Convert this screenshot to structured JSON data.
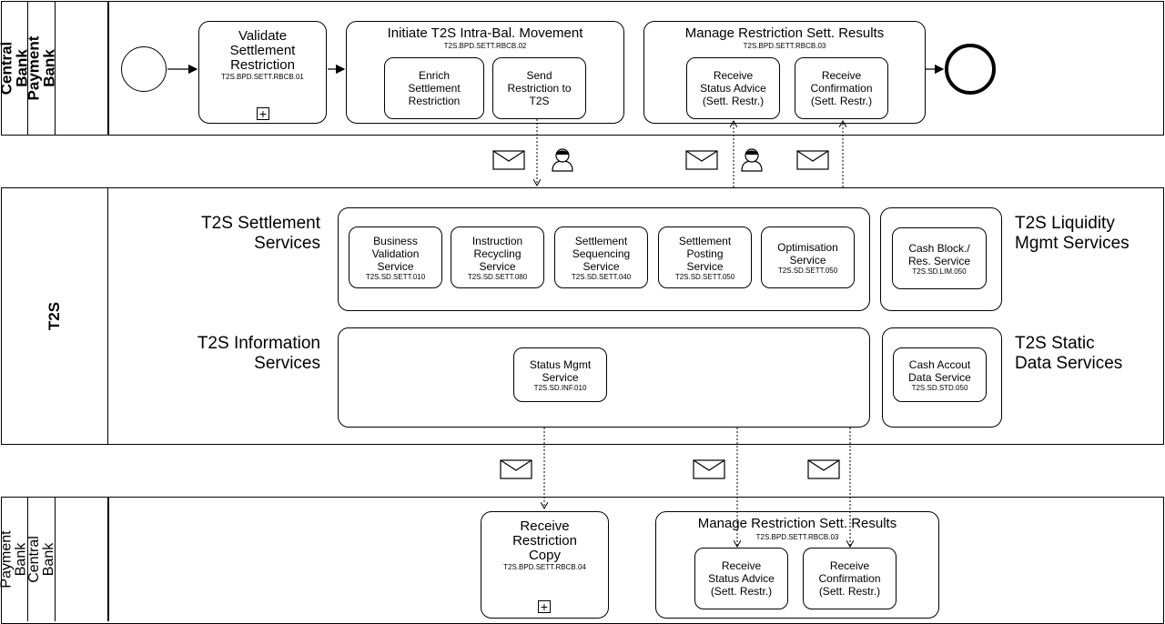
{
  "pools": {
    "top": {
      "outer_label": "Central\nBank",
      "inner_label": "Payment\nBank"
    },
    "middle": {
      "label": "T2S"
    },
    "bottom": {
      "outer_label": "Payment\nBank",
      "inner_label": "Central\nBank"
    }
  },
  "top": {
    "validate": {
      "title": "Validate\nSettlement\nRestriction",
      "code": "T2S.BPD.SETT.RBCB.01"
    },
    "initiate": {
      "title": "Initiate T2S Intra-Bal. Movement",
      "code": "T2S.BPD.SETT.RBCB.02",
      "tasks": [
        {
          "label": "Enrich\nSettlement\nRestriction"
        },
        {
          "label": "Send\nRestriction to\nT2S"
        }
      ]
    },
    "manage": {
      "title": "Manage Restriction Sett. Results",
      "code": "T2S.BPD.SETT.RBCB.03",
      "tasks": [
        {
          "label": "Receive\nStatus Advice\n(Sett. Restr.)"
        },
        {
          "label": "Receive\nConfirmation\n(Sett. Restr.)"
        }
      ]
    }
  },
  "t2s": {
    "settlement_group": {
      "label": "T2S Settlement\nServices",
      "services": [
        {
          "label": "Business\nValidation\nService",
          "code": "T2S.SD.SETT.010"
        },
        {
          "label": "Instruction\nRecycling\nService",
          "code": "T2S.SD.SETT.080"
        },
        {
          "label": "Settlement\nSequencing\nService",
          "code": "T2S.SD.SETT.040"
        },
        {
          "label": "Settlement\nPosting\nService",
          "code": "T2S.SD.SETT.050"
        },
        {
          "label": "Optimisation\nService",
          "code": "T2S.SD.SETT.050"
        }
      ]
    },
    "liquidity_group": {
      "label": "T2S Liquidity\nMgmt Services",
      "services": [
        {
          "label": "Cash Block./\nRes. Service",
          "code": "T2S.SD.LIM.050"
        }
      ]
    },
    "information_group": {
      "label": "T2S Information\nServices",
      "services": [
        {
          "label": "Status Mgmt\nService",
          "code": "T2S.SD.INF.010"
        }
      ]
    },
    "static_group": {
      "label": "T2S Static\nData Services",
      "services": [
        {
          "label": "Cash Accout\nData Service",
          "code": "T2S.SD.STD.050"
        }
      ]
    }
  },
  "bottom": {
    "receive_copy": {
      "title": "Receive\nRestriction\nCopy",
      "code": "T2S.BPD.SETT.RBCB.04"
    },
    "manage": {
      "title": "Manage Restriction Sett. Results",
      "code": "T2S.BPD.SETT.RBCB.03",
      "tasks": [
        {
          "label": "Receive\nStatus Advice\n(Sett. Restr.)"
        },
        {
          "label": "Receive\nConfirmation\n(Sett. Restr.)"
        }
      ]
    }
  },
  "icons": {
    "message": "envelope-icon",
    "participant": "user-icon",
    "expand": "plus-icon"
  }
}
